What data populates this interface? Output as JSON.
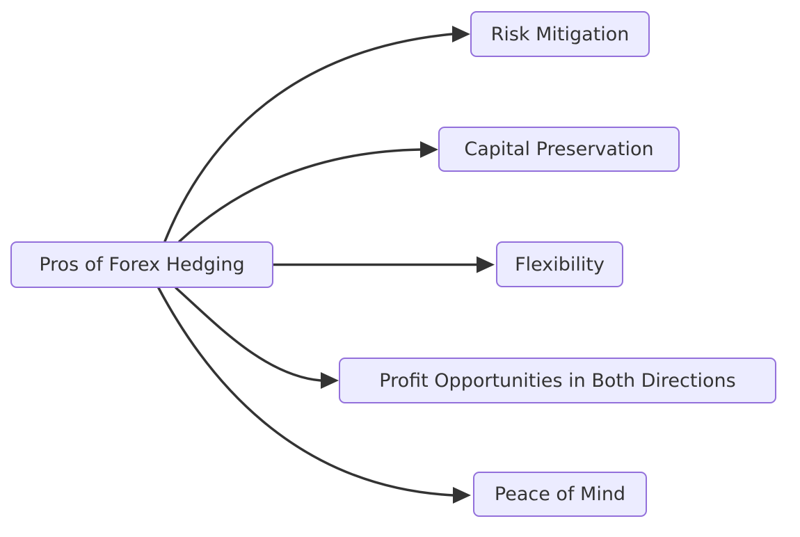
{
  "diagram": {
    "type": "flowchart",
    "direction": "left-to-right",
    "root": {
      "label": "Pros of Forex Hedging"
    },
    "nodes": [
      {
        "label": "Risk Mitigation"
      },
      {
        "label": "Capital Preservation"
      },
      {
        "label": "Flexibility"
      },
      {
        "label": "Profit Opportunities in Both Directions"
      },
      {
        "label": "Peace of Mind"
      }
    ],
    "edges": [
      {
        "from": "Pros of Forex Hedging",
        "to": "Risk Mitigation"
      },
      {
        "from": "Pros of Forex Hedging",
        "to": "Capital Preservation"
      },
      {
        "from": "Pros of Forex Hedging",
        "to": "Flexibility"
      },
      {
        "from": "Pros of Forex Hedging",
        "to": "Profit Opportunities in Both Directions"
      },
      {
        "from": "Pros of Forex Hedging",
        "to": "Peace of Mind"
      }
    ],
    "colors": {
      "background": "#ffffff",
      "node_fill": "#ECECFF",
      "node_border": "#9370DB",
      "edge_stroke": "#333333",
      "label_text": "#333333"
    }
  }
}
